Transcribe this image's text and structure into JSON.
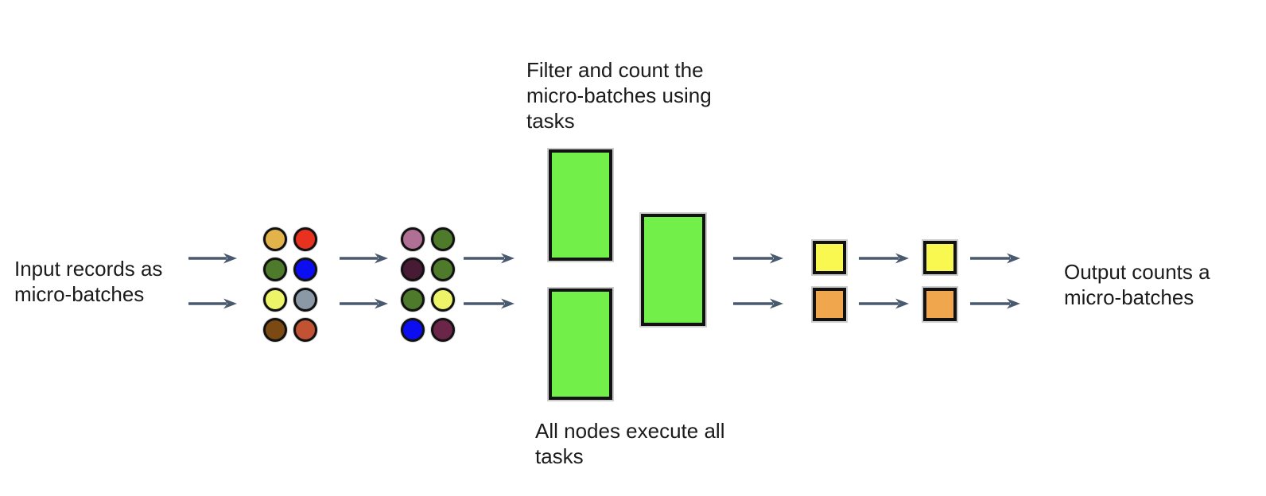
{
  "diagram": {
    "input_label": {
      "line1": "Input records as",
      "line2": "micro-batches"
    },
    "filter_label": {
      "line1": "Filter and count the",
      "line2": "micro-batches using",
      "line3": "tasks"
    },
    "nodes_label": {
      "line1": "All nodes execute all",
      "line2": "tasks"
    },
    "output_label": {
      "line1": "Output counts a",
      "line2": "micro-batches"
    },
    "micro_batch_1": {
      "dot_colors": [
        "#e2b34a",
        "#e8311f",
        "#4d7a2b",
        "#0d0df2",
        "#eef468",
        "#8b98a5",
        "#7b4a12",
        "#c25234"
      ]
    },
    "micro_batch_2": {
      "dot_colors": [
        "#b06f94",
        "#4d7a2b",
        "#471b34",
        "#4d7a2b",
        "#4d7a2b",
        "#eef468",
        "#0d0df2",
        "#6b2548"
      ]
    },
    "task_rects": {
      "fill": "#73ef4a",
      "border": "#111111"
    },
    "count_boxes": {
      "yellow": "#f8f850",
      "orange": "#f0a64c",
      "border": "#111111"
    },
    "arrow_color": "#4a5a6e",
    "text_color": "#1b1b1b",
    "background": "#ffffff"
  }
}
